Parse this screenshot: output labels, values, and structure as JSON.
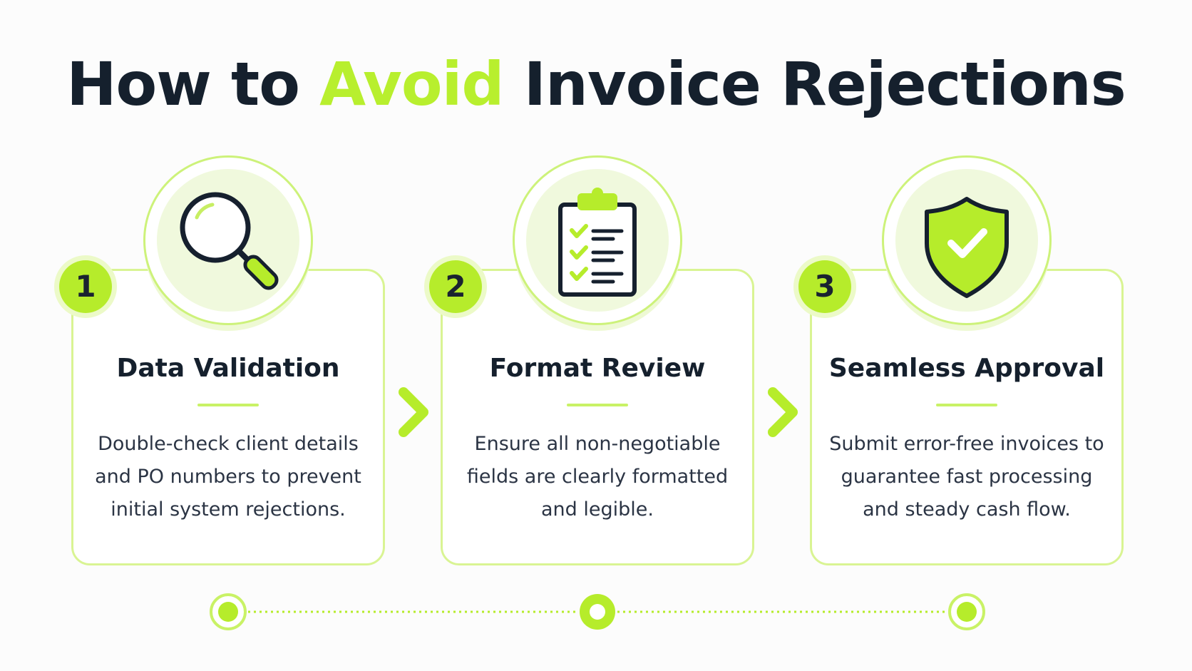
{
  "header": {
    "title_pre": "How to ",
    "title_accent": "Avoid",
    "title_post": " Invoice Rejections"
  },
  "steps": [
    {
      "number": "1",
      "icon": "magnifying-glass-icon",
      "title": "Data Validation",
      "description": "Double-check client details and PO numbers to prevent initial system rejections."
    },
    {
      "number": "2",
      "icon": "clipboard-checklist-icon",
      "title": "Format Review",
      "description": "Ensure all non-negotiable fields are clearly formatted and legible."
    },
    {
      "number": "3",
      "icon": "shield-check-icon",
      "title": "Seamless Approval",
      "description": "Submit error-free invoices to guarantee fast processing and steady cash flow."
    }
  ],
  "colors": {
    "accent": "#b8ef2e",
    "border": "#d9f493",
    "dark": "#15202d"
  }
}
